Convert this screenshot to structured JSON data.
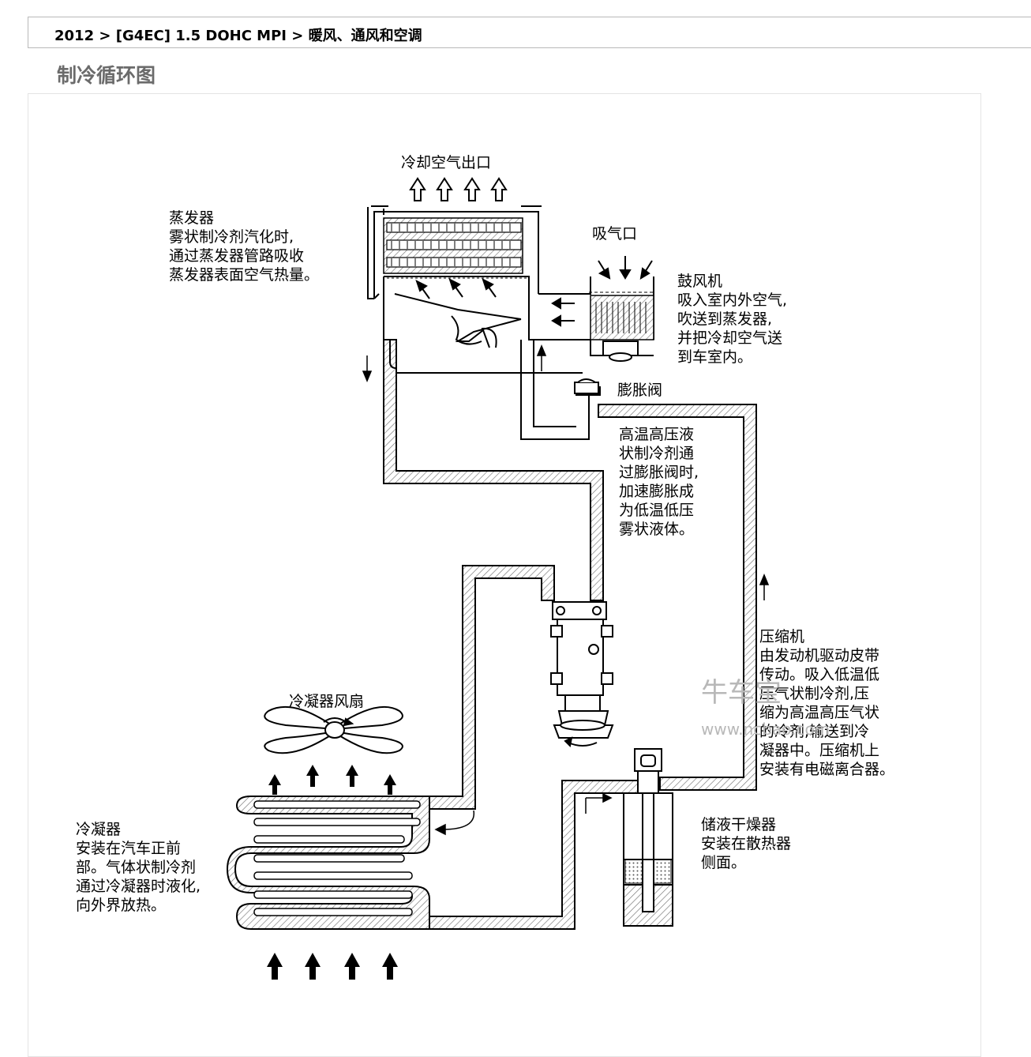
{
  "breadcrumb": "2012 > [G4EC] 1.5 DOHC MPI > 暖风、通风和空调",
  "title": "制冷循环图",
  "diagram": {
    "cool_air_outlet": "冷却空气出口",
    "intake": "吸气口",
    "expansion_valve": "膨胀阀",
    "condenser_fan": "冷凝器风扇",
    "evaporator": [
      "蒸发器",
      "雾状制冷剂汽化时,",
      "通过蒸发器管路吸收",
      "蒸发器表面空气热量。"
    ],
    "blower": [
      "鼓风机",
      "吸入室内外空气,",
      "吹送到蒸发器,",
      "并把冷却空气送",
      "到车室内。"
    ],
    "expansion_note": [
      "高温高压液",
      "状制冷剂通",
      "过膨胀阀时,",
      "加速膨胀成",
      "为低温低压",
      "雾状液体。"
    ],
    "compressor": [
      "压缩机",
      "由发动机驱动皮带",
      "传动。吸入低温低",
      "压气状制冷剂,压",
      "缩为高温高压气状",
      "的冷剂,输送到冷",
      "凝器中。压缩机上",
      "安装有电磁离合器。"
    ],
    "condenser": [
      "冷凝器",
      "安装在汽车正前",
      "部。气体状制冷剂",
      "通过冷凝器时液化,",
      "向外界放热。"
    ],
    "receiver_drier": [
      "储液干燥器",
      "安装在散热器",
      "侧面。"
    ],
    "watermark": [
      "牛车宝",
      "www.ncbao.com"
    ]
  }
}
